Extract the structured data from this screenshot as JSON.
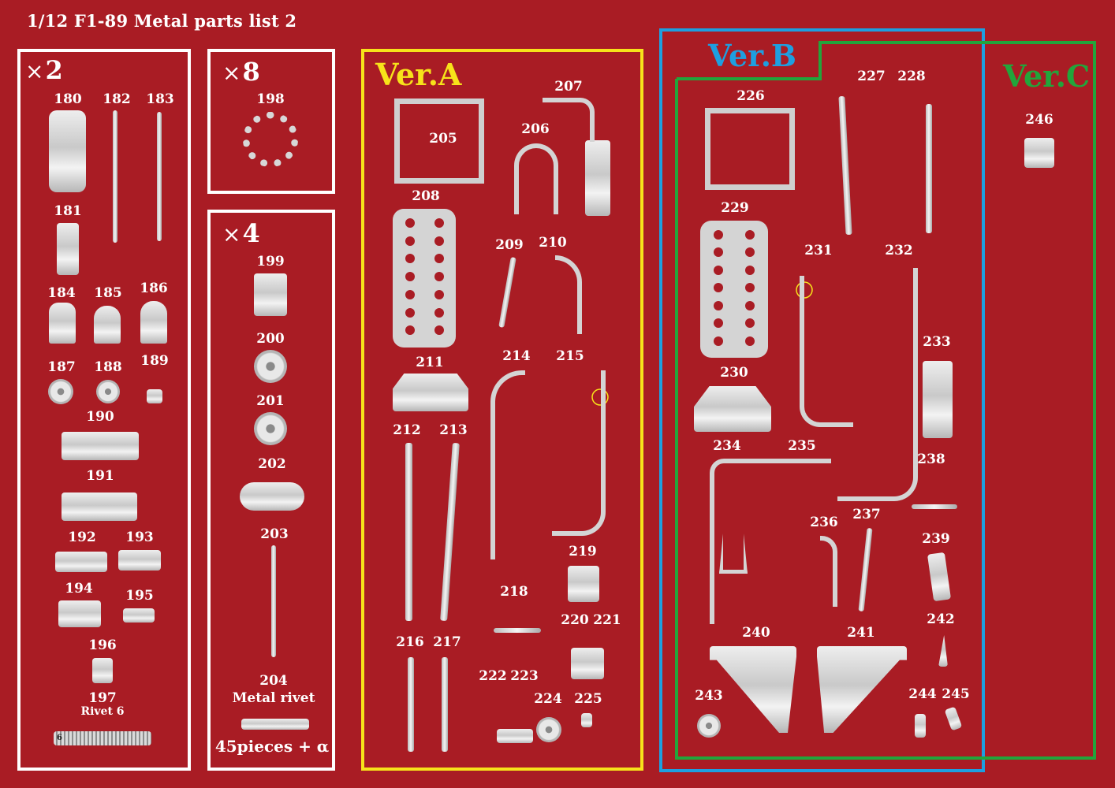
{
  "title": "1/12 F1-89 Metal parts list 2",
  "colors": {
    "background": "#a91c24",
    "white": "#ffffff",
    "ver_a": "#f7e21a",
    "ver_b": "#1e9fe0",
    "ver_c": "#22a53b",
    "metal": "#d4d4d4"
  },
  "sections": {
    "x2": {
      "times": "×",
      "count": "2"
    },
    "x8": {
      "times": "×",
      "count": "8"
    },
    "x4": {
      "times": "×",
      "count": "4"
    },
    "ver_a": "Ver.A",
    "ver_b": "Ver.B",
    "ver_c": "Ver.C"
  },
  "labels": {
    "p180": "180",
    "p181": "181",
    "p182": "182",
    "p183": "183",
    "p184": "184",
    "p185": "185",
    "p186": "186",
    "p187": "187",
    "p188": "188",
    "p189": "189",
    "p190": "190",
    "p191": "191",
    "p192": "192",
    "p193": "193",
    "p194": "194",
    "p195": "195",
    "p196": "196",
    "p197": "197",
    "p197_sub": "Rivet 6",
    "p197_tag": "6",
    "p198": "198",
    "p199": "199",
    "p200": "200",
    "p201": "201",
    "p202": "202",
    "p203": "203",
    "p204": "204",
    "p204_sub": "Metal rivet",
    "p204_note": "45pieces + α",
    "p205": "205",
    "p206": "206",
    "p207": "207",
    "p208": "208",
    "p209": "209",
    "p210": "210",
    "p211": "211",
    "p212": "212",
    "p213": "213",
    "p214": "214",
    "p215": "215",
    "p216": "216",
    "p217": "217",
    "p218": "218",
    "p219": "219",
    "p220": "220",
    "p221": "221",
    "p222": "222",
    "p223": "223",
    "p224": "224",
    "p225": "225",
    "p226": "226",
    "p227": "227",
    "p228": "228",
    "p229": "229",
    "p230": "230",
    "p231": "231",
    "p232": "232",
    "p233": "233",
    "p234": "234",
    "p235": "235",
    "p236": "236",
    "p237": "237",
    "p238": "238",
    "p239": "239",
    "p240": "240",
    "p241": "241",
    "p242": "242",
    "p243": "243",
    "p244": "244",
    "p245": "245",
    "p246": "246"
  }
}
